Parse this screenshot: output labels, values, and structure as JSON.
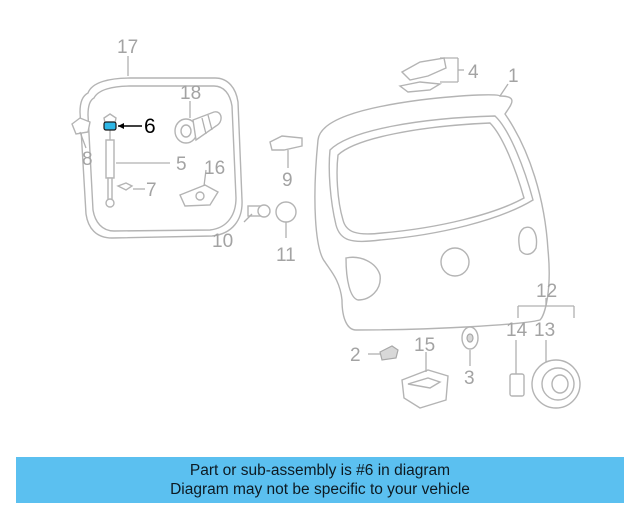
{
  "highlighted_part": "6",
  "colors": {
    "caption_background": "#5bc0f0",
    "highlight_part": "#2fb7e6",
    "line_art": "#b4b4b4",
    "highlight_label": "#000000"
  },
  "callouts": {
    "c1": "1",
    "c2": "2",
    "c3": "3",
    "c4": "4",
    "c5": "5",
    "c6": "6",
    "c7": "7",
    "c8": "8",
    "c9": "9",
    "c10": "10",
    "c11": "11",
    "c12": "12",
    "c13": "13",
    "c14": "14",
    "c15": "15",
    "c16": "16",
    "c17": "17",
    "c18": "18"
  },
  "caption": {
    "line1": "Part or sub-assembly is #6 in diagram",
    "line2": "Diagram may not be specific to your vehicle"
  }
}
